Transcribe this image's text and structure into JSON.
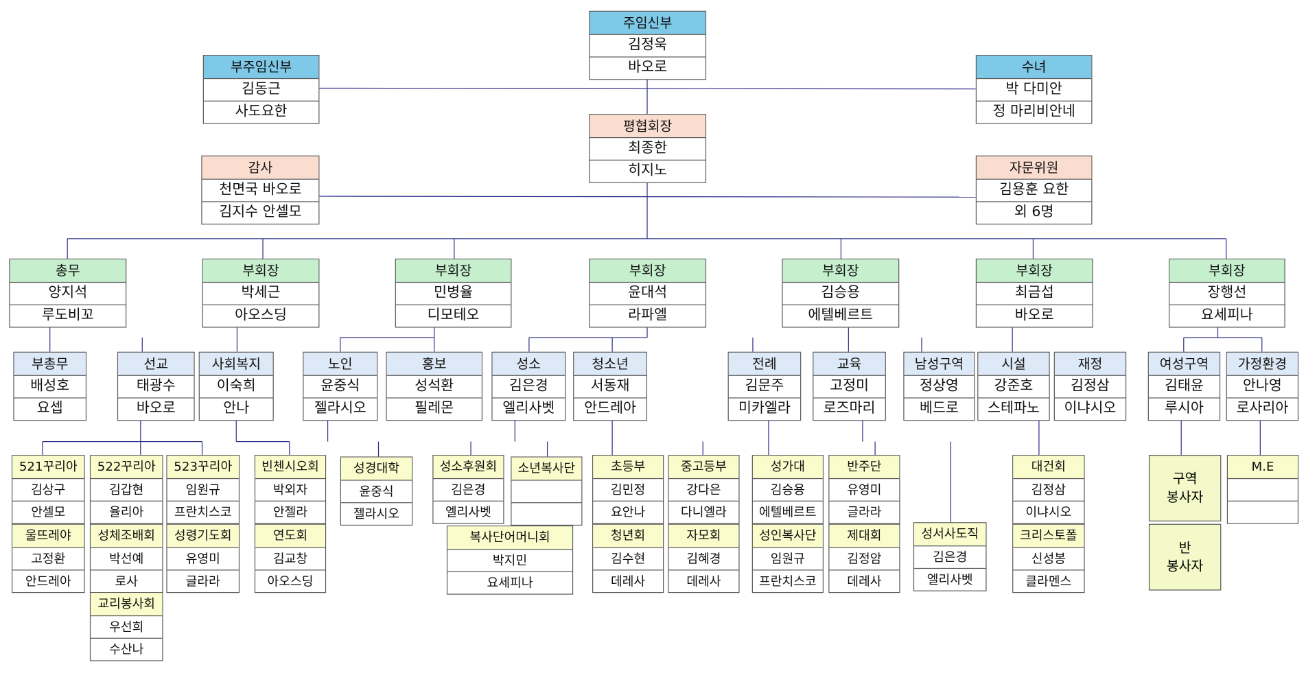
{
  "top": {
    "pastor": {
      "title": "주임신부",
      "name": "김정욱",
      "baptism": "바오로"
    },
    "assistant_pastor": {
      "title": "부주임신부",
      "name": "김동근",
      "baptism": "사도요한"
    },
    "nun": {
      "title": "수녀",
      "line1": "박 다미안",
      "line2": "정 마리비안네"
    },
    "council_president": {
      "title": "평협회장",
      "name": "최종한",
      "baptism": "히지노"
    },
    "auditor": {
      "title": "감사",
      "line1": "천면국 바오로",
      "line2": "김지수 안셀모"
    },
    "advisor": {
      "title": "자문위원",
      "line1": "김용훈 요한",
      "line2": "외 6명"
    }
  },
  "vice": [
    {
      "title": "총무",
      "name": "양지석",
      "baptism": "루도비꼬"
    },
    {
      "title": "부회장",
      "name": "박세근",
      "baptism": "아오스딩"
    },
    {
      "title": "부회장",
      "name": "민병율",
      "baptism": "디모테오"
    },
    {
      "title": "부회장",
      "name": "윤대석",
      "baptism": "라파엘"
    },
    {
      "title": "부회장",
      "name": "김승용",
      "baptism": "에텔베르트"
    },
    {
      "title": "부회장",
      "name": "최금섭",
      "baptism": "바오로"
    },
    {
      "title": "부회장",
      "name": "장행선",
      "baptism": "요세피나"
    }
  ],
  "committees": {
    "vice_general": {
      "title": "부총무",
      "name": "배성호",
      "baptism": "요셉"
    },
    "mission": {
      "title": "선교",
      "name": "태광수",
      "baptism": "바오로"
    },
    "welfare": {
      "title": "사회복지",
      "name": "이숙희",
      "baptism": "안나"
    },
    "elderly": {
      "title": "노인",
      "name": "윤중식",
      "baptism": "젤라시오"
    },
    "pr": {
      "title": "홍보",
      "name": "성석환",
      "baptism": "필레몬"
    },
    "sacristy": {
      "title": "성소",
      "name": "김은경",
      "baptism": "엘리사벳"
    },
    "youth": {
      "title": "청소년",
      "name": "서동재",
      "baptism": "안드레아"
    },
    "liturgy": {
      "title": "전례",
      "name": "김문주",
      "baptism": "미카엘라"
    },
    "education": {
      "title": "교육",
      "name": "고정미",
      "baptism": "로즈마리"
    },
    "men_district": {
      "title": "남성구역",
      "name": "정상영",
      "baptism": "베드로"
    },
    "facilities": {
      "title": "시설",
      "name": "강준호",
      "baptism": "스테파노"
    },
    "finance": {
      "title": "재정",
      "name": "김정삼",
      "baptism": "이냐시오"
    },
    "women_district": {
      "title": "여성구역",
      "name": "김태윤",
      "baptism": "루시아"
    },
    "family": {
      "title": "가정환경",
      "name": "안나영",
      "baptism": "로사리아"
    }
  },
  "groups": {
    "curia521": {
      "title": "521꾸리아",
      "name": "김상구",
      "baptism": "안셀모"
    },
    "curia522": {
      "title": "522꾸리아",
      "name": "김갑현",
      "baptism": "율리아"
    },
    "curia523": {
      "title": "523꾸리아",
      "name": "임원규",
      "baptism": "프란치스코"
    },
    "ultreya": {
      "title": "울뜨레야",
      "name": "고정환",
      "baptism": "안드레아"
    },
    "eucharist": {
      "title": "성체조배회",
      "name": "박선예",
      "baptism": "로사"
    },
    "spirit_prayer": {
      "title": "성령기도회",
      "name": "유영미",
      "baptism": "글라라"
    },
    "catechism": {
      "title": "교리봉사회",
      "name": "우선희",
      "baptism": "수산나"
    },
    "vincent": {
      "title": "빈첸시오회",
      "name": "박외자",
      "baptism": "안젤라"
    },
    "purgatory": {
      "title": "연도회",
      "name": "김교창",
      "baptism": "아오스딩"
    },
    "bible_college": {
      "title": "성경대학",
      "name": "윤중식",
      "baptism": "젤라시오"
    },
    "vocation_support": {
      "title": "성소후원회",
      "name": "김은경",
      "baptism": "엘리사벳"
    },
    "altar_boys": {
      "title": "소년복사단",
      "name": "",
      "baptism": ""
    },
    "altar_mothers": {
      "title": "복사단어머니회",
      "name": "박지민",
      "baptism": "요세피나"
    },
    "elementary": {
      "title": "초등부",
      "name": "김민정",
      "baptism": "요안나"
    },
    "secondary": {
      "title": "중고등부",
      "name": "강다은",
      "baptism": "다니엘라"
    },
    "young_adults": {
      "title": "청년회",
      "name": "김수현",
      "baptism": "데레사"
    },
    "mothers": {
      "title": "자모회",
      "name": "김혜경",
      "baptism": "데레사"
    },
    "choir": {
      "title": "성가대",
      "name": "김승용",
      "baptism": "에텔베르트"
    },
    "accompaniment": {
      "title": "반주단",
      "name": "유영미",
      "baptism": "글라라"
    },
    "adult_servers": {
      "title": "성인복사단",
      "name": "임원규",
      "baptism": "프란치스코"
    },
    "vestments": {
      "title": "제대회",
      "name": "김정암",
      "baptism": "데레사"
    },
    "bible_copy": {
      "title": "성서사도직",
      "name": "김은경",
      "baptism": "엘리사벳"
    },
    "health": {
      "title": "대건회",
      "name": "김정삼",
      "baptism": "이냐시오"
    },
    "christopher": {
      "title": "크리스토폴",
      "name": "신성봉",
      "baptism": "클라멘스"
    },
    "district_servant": {
      "line1": "구역",
      "line2": "봉사자"
    },
    "ban_servant": {
      "line1": "반",
      "line2": "봉사자"
    },
    "me": {
      "title": "M.E",
      "name": "",
      "baptism": ""
    }
  },
  "colors": {
    "blue": "#7ec8e8",
    "light_blue": "#dde9f7",
    "peach": "#fbddd0",
    "green": "#c6efce",
    "yellow": "#fbfccb",
    "line": "#2e2e8a"
  }
}
